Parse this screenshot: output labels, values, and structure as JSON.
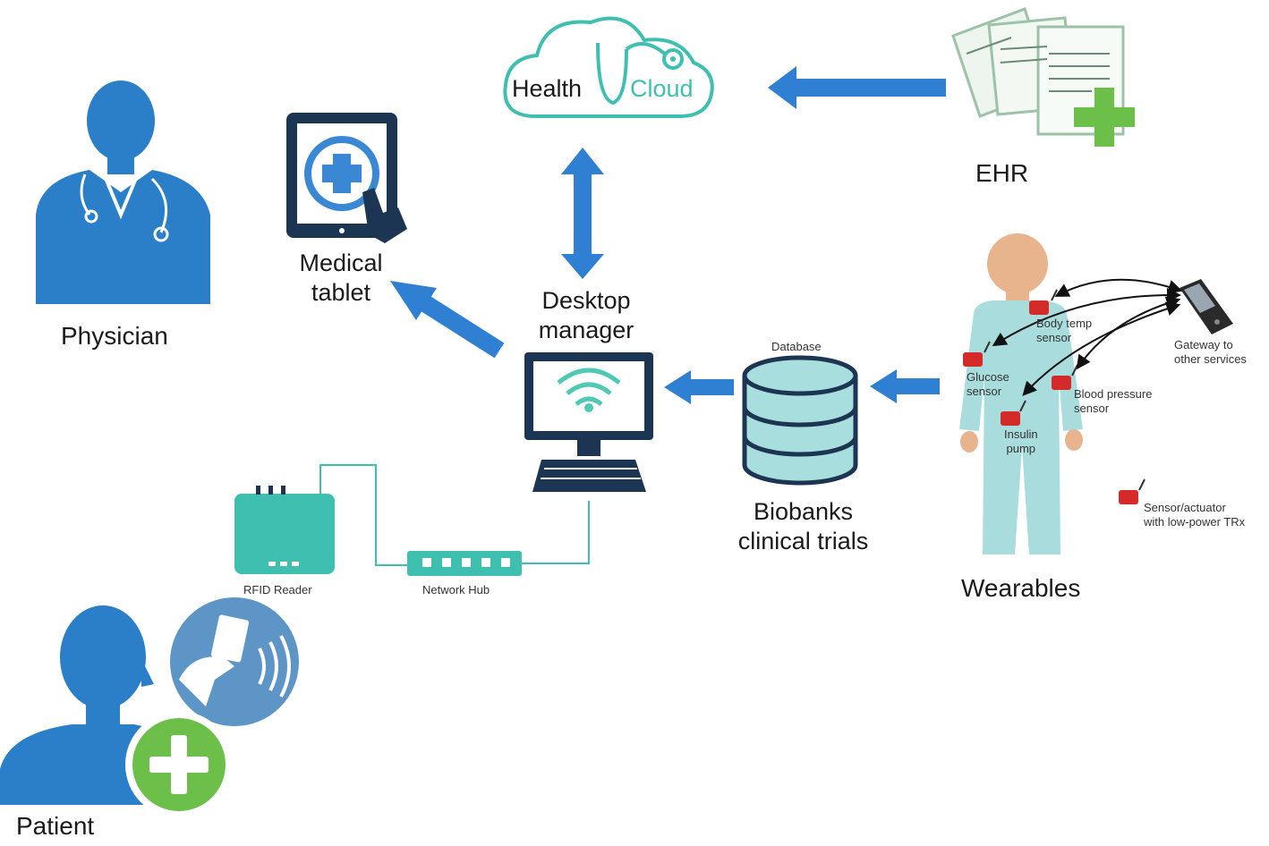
{
  "nodes": {
    "physician": "Physician",
    "medical_tablet_line1": "Medical",
    "medical_tablet_line2": "tablet",
    "health_cloud_a": "Health",
    "health_cloud_b": "Cloud",
    "ehr": "EHR",
    "desktop_manager_line1": "Desktop",
    "desktop_manager_line2": "manager",
    "database": "Database",
    "biobanks_line1": "Biobanks",
    "biobanks_line2": "clinical trials",
    "wearables": "Wearables",
    "patient": "Patient",
    "rfid_reader": "RFID Reader",
    "network_hub": "Network Hub"
  },
  "wearable_labels": {
    "body_temp_line1": "Body temp",
    "body_temp_line2": "sensor",
    "glucose_line1": "Glucose",
    "glucose_line2": "sensor",
    "blood_pressure_line1": "Blood pressure",
    "blood_pressure_line2": "sensor",
    "insulin_line1": "Insulin",
    "insulin_line2": "pump",
    "gateway_line1": "Gateway to",
    "gateway_line2": "other services",
    "legend_line1": "Sensor/actuator",
    "legend_line2": "with low-power TRx"
  },
  "colors": {
    "blue_arrow": "#2f7fd3",
    "person_blue": "#2b7fc8",
    "teal": "#3fbfb0",
    "navy": "#1c3553",
    "green_plus": "#6cc04a",
    "sensor_red": "#d42a2a"
  }
}
